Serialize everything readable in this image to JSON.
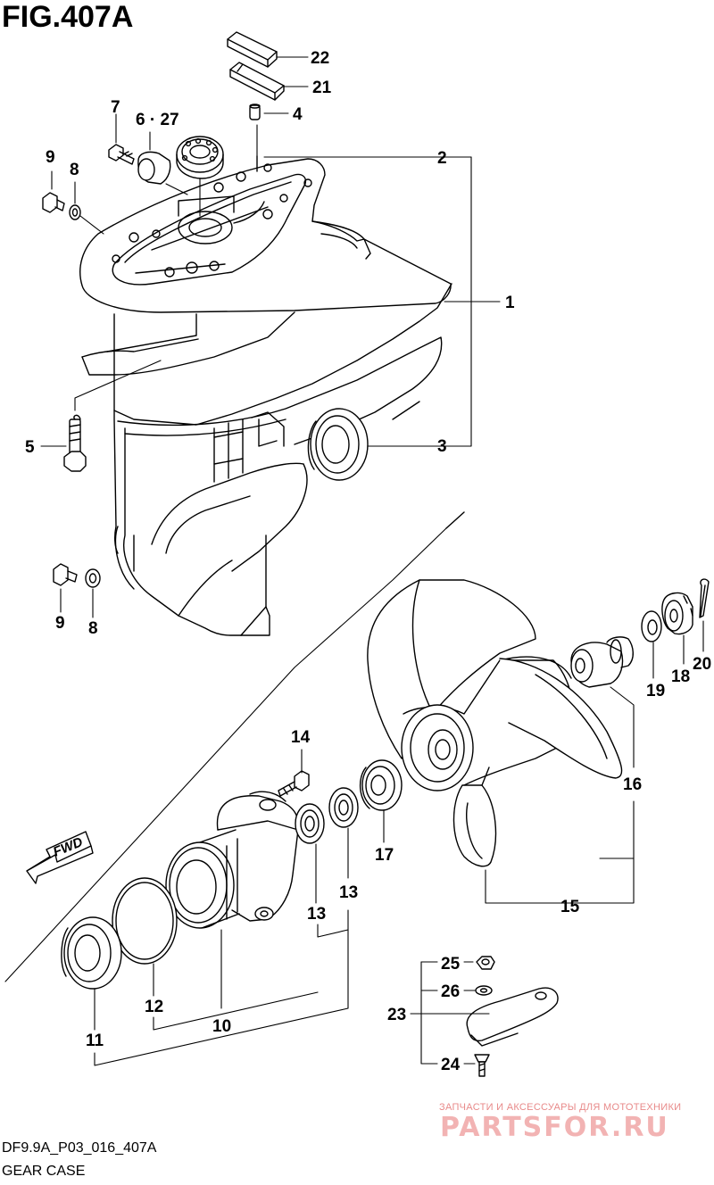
{
  "figure": {
    "title": "FIG.407A",
    "code": "DF9.9A_P03_016_407A",
    "name": "GEAR CASE"
  },
  "direction_label": "FWD",
  "watermark": {
    "line1": "ЗАПЧАСТИ И АКСЕССУАРЫ ДЛЯ МОТОТЕХНИКИ",
    "line2": "PARTSFOR.RU"
  },
  "callouts": [
    {
      "id": "c22",
      "text": "22"
    },
    {
      "id": "c21",
      "text": "21"
    },
    {
      "id": "c4",
      "text": "4"
    },
    {
      "id": "c7",
      "text": "7"
    },
    {
      "id": "c627",
      "text": "6 · 27"
    },
    {
      "id": "c2",
      "text": "2"
    },
    {
      "id": "c9a",
      "text": "9"
    },
    {
      "id": "c8a",
      "text": "8"
    },
    {
      "id": "c1",
      "text": "1"
    },
    {
      "id": "c3",
      "text": "3"
    },
    {
      "id": "c5",
      "text": "5"
    },
    {
      "id": "c9b",
      "text": "9"
    },
    {
      "id": "c8b",
      "text": "8"
    },
    {
      "id": "c20",
      "text": "20"
    },
    {
      "id": "c18",
      "text": "18"
    },
    {
      "id": "c19",
      "text": "19"
    },
    {
      "id": "c16",
      "text": "16"
    },
    {
      "id": "c14",
      "text": "14"
    },
    {
      "id": "c17",
      "text": "17"
    },
    {
      "id": "c13a",
      "text": "13"
    },
    {
      "id": "c13b",
      "text": "13"
    },
    {
      "id": "c15",
      "text": "15"
    },
    {
      "id": "c12",
      "text": "12"
    },
    {
      "id": "c10",
      "text": "10"
    },
    {
      "id": "c11",
      "text": "11"
    },
    {
      "id": "c25",
      "text": "25"
    },
    {
      "id": "c26",
      "text": "26"
    },
    {
      "id": "c23",
      "text": "23"
    },
    {
      "id": "c24",
      "text": "24"
    }
  ]
}
